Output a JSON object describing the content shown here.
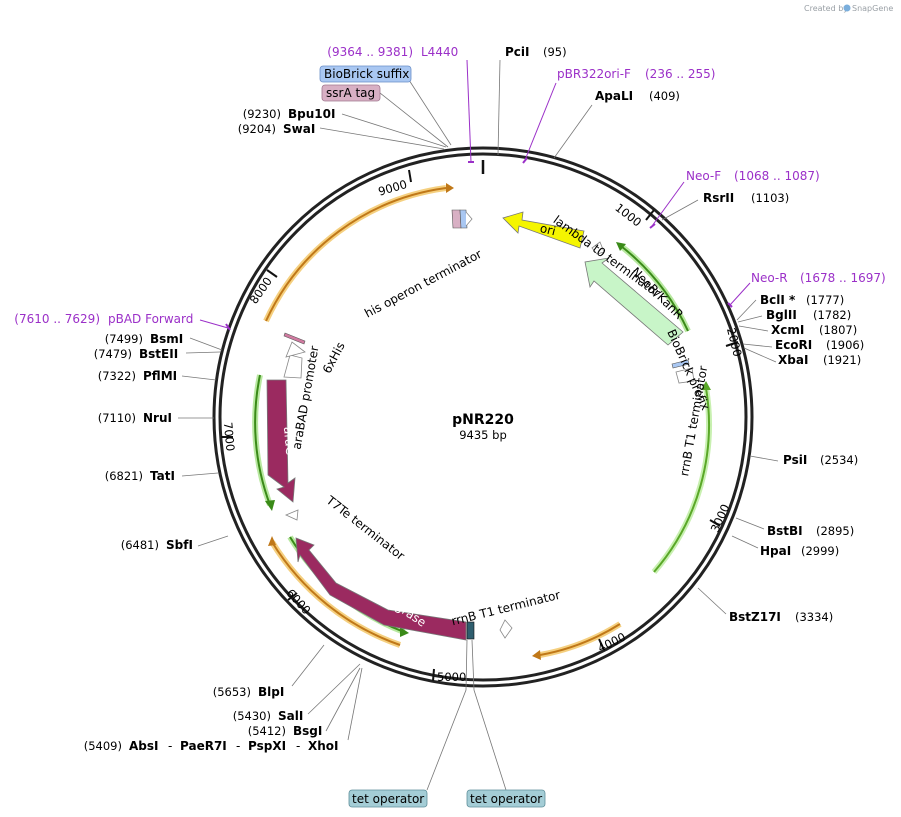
{
  "credit": "Created by",
  "credit_brand": "SnapGene",
  "plasmid": {
    "name": "pNR220",
    "size": "9435 bp"
  },
  "ticks": [
    "1000",
    "2000",
    "3000",
    "4000",
    "5000",
    "6000",
    "7000",
    "8000",
    "9000"
  ],
  "enzymes": [
    {
      "name": "PciI",
      "pos": "(95)"
    },
    {
      "name": "ApaLI",
      "pos": "(409)"
    },
    {
      "name": "RsrII",
      "pos": "(1103)"
    },
    {
      "name": "BclI *",
      "pos": "(1777)"
    },
    {
      "name": "BglII",
      "pos": "(1782)"
    },
    {
      "name": "XcmI",
      "pos": "(1807)"
    },
    {
      "name": "EcoRI",
      "pos": "(1906)"
    },
    {
      "name": "XbaI",
      "pos": "(1921)"
    },
    {
      "name": "PsiI",
      "pos": "(2534)"
    },
    {
      "name": "BstBI",
      "pos": "(2895)"
    },
    {
      "name": "HpaI",
      "pos": "(2999)"
    },
    {
      "name": "BstZ17I",
      "pos": "(3334)"
    },
    {
      "name": "BlpI",
      "pos": "(5653)"
    },
    {
      "name": "SalI",
      "pos": "(5430)"
    },
    {
      "name": "BsgI",
      "pos": "(5412)"
    },
    {
      "name": "AbsI",
      "pos": "(5409)"
    },
    {
      "name": "PaeR7I",
      "pos": ""
    },
    {
      "name": "PspXI",
      "pos": ""
    },
    {
      "name": "XhoI",
      "pos": ""
    },
    {
      "name": "SbfI",
      "pos": "(6481)"
    },
    {
      "name": "TatI",
      "pos": "(6821)"
    },
    {
      "name": "NruI",
      "pos": "(7110)"
    },
    {
      "name": "PflMI",
      "pos": "(7322)"
    },
    {
      "name": "BstEII",
      "pos": "(7479)"
    },
    {
      "name": "BsmI",
      "pos": "(7499)"
    },
    {
      "name": "SwaI",
      "pos": "(9204)"
    },
    {
      "name": "Bpu10I",
      "pos": "(9230)"
    }
  ],
  "separator": "-",
  "primers": [
    {
      "name": "L4440",
      "range": "(9364 .. 9381)"
    },
    {
      "name": "pBR322ori-F",
      "range": "(236 .. 255)"
    },
    {
      "name": "Neo-F",
      "range": "(1068 .. 1087)"
    },
    {
      "name": "Neo-R",
      "range": "(1678 .. 1697)"
    },
    {
      "name": "pBAD Forward",
      "range": "(7610 .. 7629)"
    }
  ],
  "boxed_labels": [
    {
      "name": "BioBrick suffix",
      "color": "#a9c7f2",
      "border": "#6a8fc8"
    },
    {
      "name": "ssrA tag",
      "color": "#d8b0c4",
      "border": "#a07890"
    },
    {
      "name": "tet operator",
      "color": "#a4cdd6",
      "border": "#5f8f9a"
    },
    {
      "name": "tet operator",
      "color": "#a4cdd6",
      "border": "#5f8f9a"
    }
  ],
  "features": {
    "ori": "ori",
    "neo": "NeoR/KanR",
    "arac": "araC",
    "bxb1": "Bxb1 integrase",
    "his_term": "his operon terminator",
    "lambda_term": "lambda t0 terminator",
    "biobrick_prefix": "BioBrick prefix",
    "rrnb_term1": "rrnB T1 terminator",
    "rrnb_term2": "rrnB T1 terminator",
    "t7te_term": "T7Te terminator",
    "arabad": "araBAD promoter",
    "his6": "6xHis"
  },
  "colors": {
    "ori": "#f5f500",
    "neo": "#c8f5c8",
    "bxb1": "#9b2a60",
    "primer": "#9b30c8",
    "orf_orange": "#e8a020",
    "orf_green": "#4a9a20"
  }
}
